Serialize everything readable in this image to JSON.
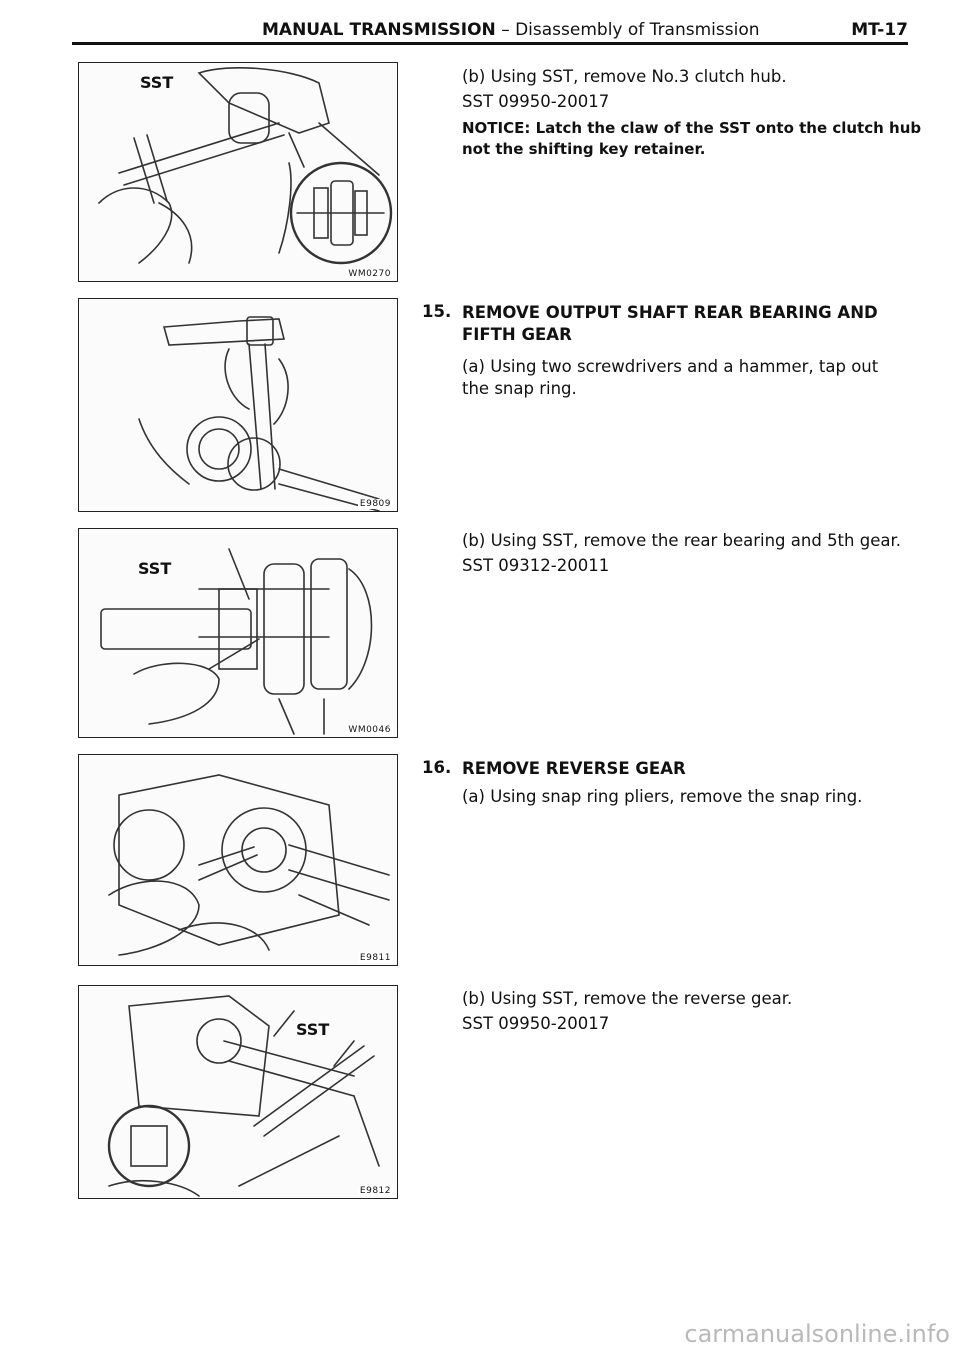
{
  "header": {
    "section": "MANUAL TRANSMISSION",
    "subsection": "– Disassembly of Transmission",
    "page": "MT-17"
  },
  "figures": [
    {
      "label": "SST",
      "code": "WM0270"
    },
    {
      "label": "",
      "code": "E9809"
    },
    {
      "label": "SST",
      "code": "WM0046"
    },
    {
      "label": "",
      "code": "E9811"
    },
    {
      "label": "SST",
      "code": "E9812"
    }
  ],
  "blocks": [
    {
      "sub_letter": "(b)",
      "sub_text": "Using SST, remove No.3 clutch hub.",
      "sst": "SST 09950-20017",
      "notice_label": "NOTICE:",
      "notice_text": "Latch the claw of the SST onto the clutch hub not the shifting key retainer."
    },
    {
      "step_no": "15.",
      "step_title": "REMOVE OUTPUT SHAFT REAR BEARING AND FIFTH GEAR",
      "sub_letter": "(a)",
      "sub_text": "Using two screwdrivers and a hammer, tap out the snap ring."
    },
    {
      "sub_letter": "(b)",
      "sub_text": "Using SST, remove the rear bearing and 5th gear.",
      "sst": "SST 09312-20011"
    },
    {
      "step_no": "16.",
      "step_title": "REMOVE REVERSE GEAR",
      "sub_letter": "(a)",
      "sub_text": "Using snap ring pliers, remove the snap ring."
    },
    {
      "sub_letter": "(b)",
      "sub_text": "Using SST, remove the reverse gear.",
      "sst": "SST 09950-20017"
    }
  ],
  "footer": {
    "watermark": "carmanualsonline.info"
  }
}
